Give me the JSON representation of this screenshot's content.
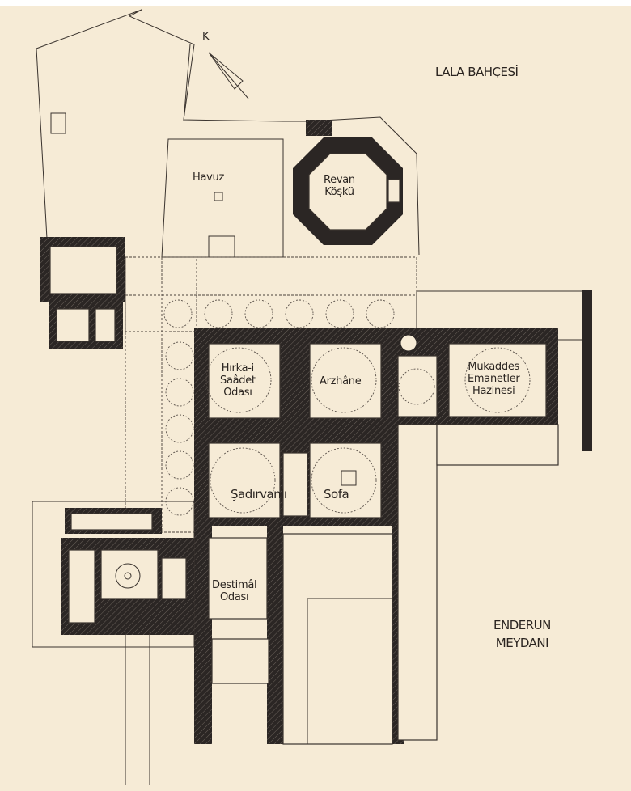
{
  "plan": {
    "north_marker": "K",
    "areas": {
      "garden": "LALA BAHÇESİ",
      "courtyard": "ENDERUN\nMEYDANI"
    },
    "rooms": {
      "pool": "Havuz",
      "revan": "Revan\nKöşkü",
      "hirka": "Hırka-i\nSaâdet\nOdası",
      "arzhane": "Arzhâne",
      "mukaddes": "Mukaddes\nEmanetler\nHazinesi",
      "sadirvanli": "Şadırvanlı",
      "sofa": "Sofa",
      "destimal": "Destimâl\nOdası"
    },
    "colors": {
      "paper": "#f6ebd6",
      "ink": "#2b2624"
    }
  }
}
